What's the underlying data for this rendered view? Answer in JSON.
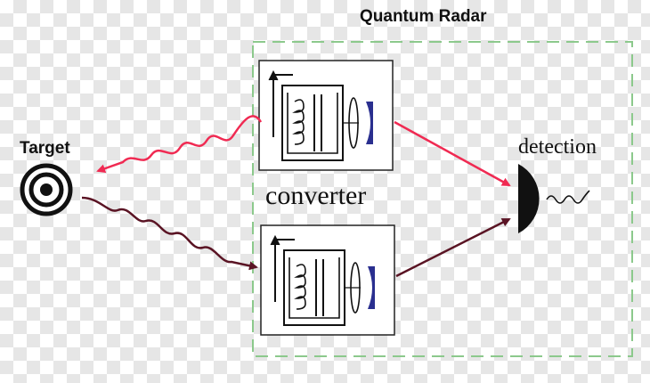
{
  "diagram": {
    "title": "Quantum Radar",
    "target_label": "Target",
    "converter_label": "converter",
    "detection_label": "detection"
  },
  "colors": {
    "frame_dash": "#8cc98c",
    "signal_out": "#f02a52",
    "signal_return": "#5a1424",
    "detector": "#111111",
    "mirror": "#2a2f8f"
  },
  "icons": {
    "target": "concentric-rings-icon",
    "detector": "photodetector-icon",
    "converter_module": "electro-opto-mechanical-converter-icon"
  }
}
